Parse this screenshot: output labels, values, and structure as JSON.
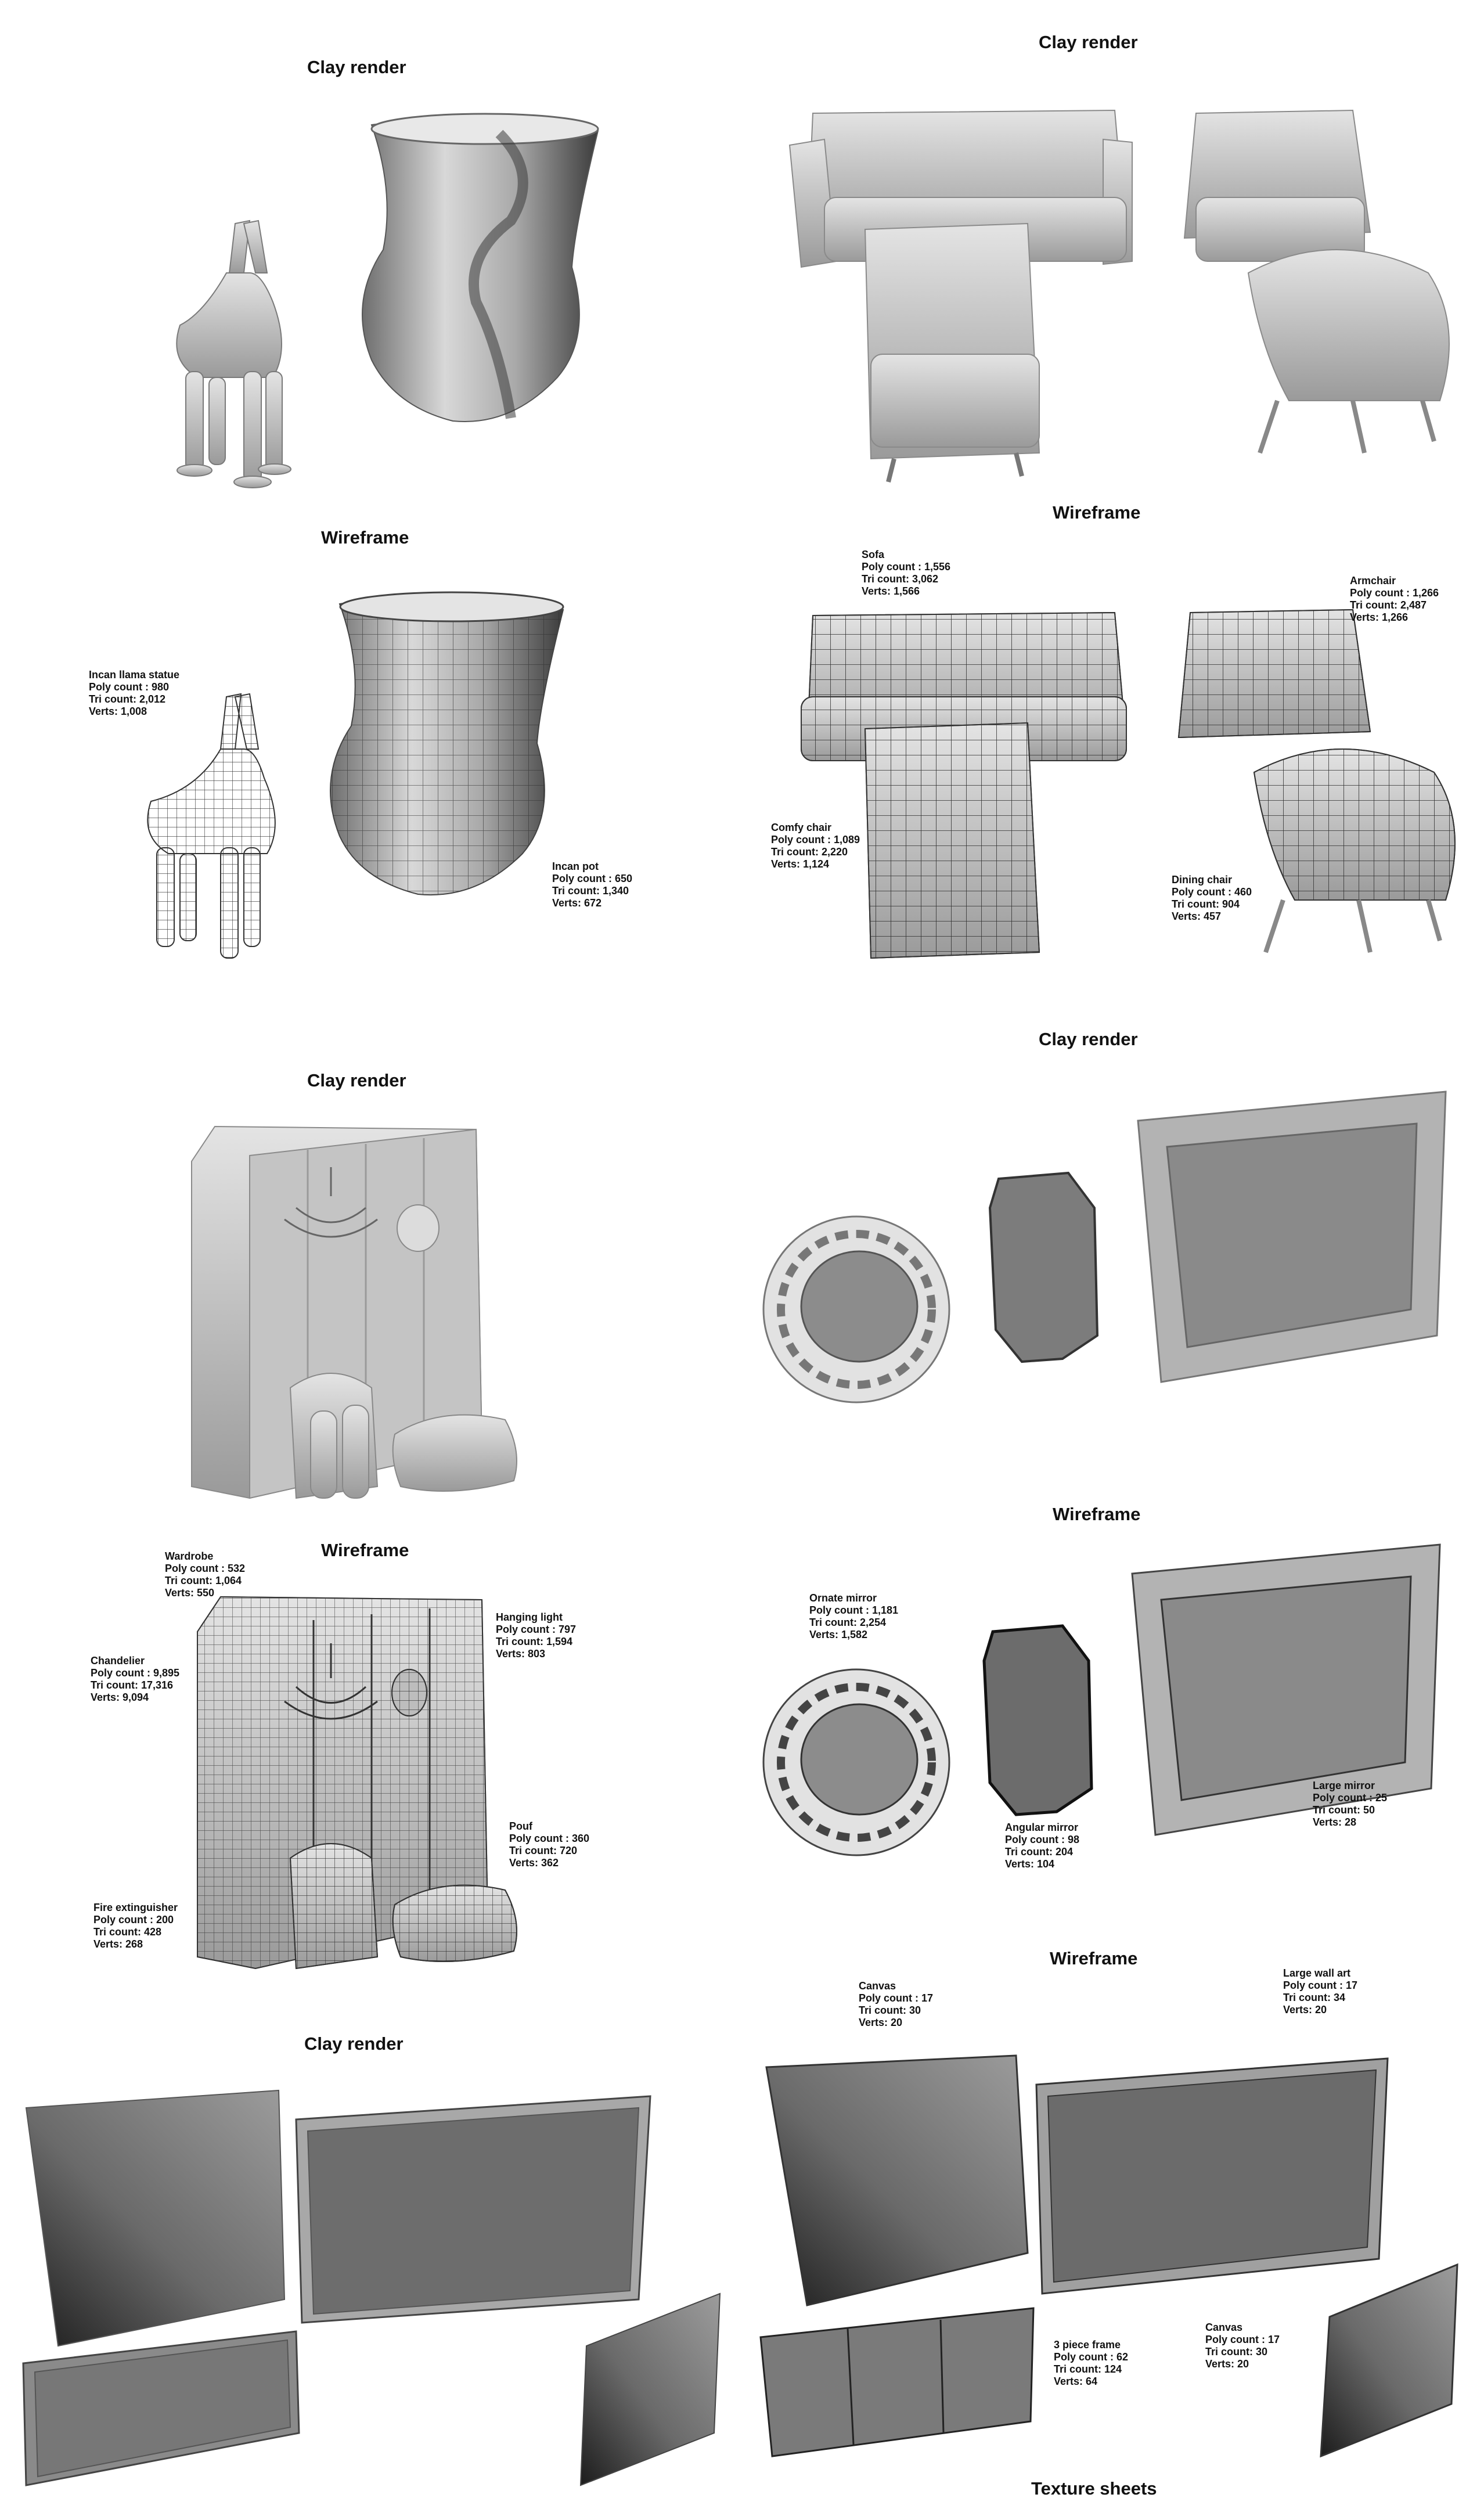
{
  "sections": {
    "clay": "Clay render",
    "wire": "Wireframe",
    "texture": "Texture sheets"
  },
  "labels": {
    "llama": {
      "name": "Incan llama statue",
      "l1": "Poly count : 980",
      "l2": "Tri count: 2,012",
      "l3": "Verts: 1,008"
    },
    "pot": {
      "name": "Incan pot",
      "l1": "Poly count : 650",
      "l2": "Tri count: 1,340",
      "l3": "Verts: 672"
    },
    "sofa": {
      "name": "Sofa",
      "l1": "Poly count : 1,556",
      "l2": "Tri count: 3,062",
      "l3": "Verts: 1,566"
    },
    "armchair": {
      "name": "Armchair",
      "l1": "Poly count : 1,266",
      "l2": "Tri count: 2,487",
      "l3": "Verts: 1,266"
    },
    "comfy": {
      "name": "Comfy chair",
      "l1": "Poly count : 1,089",
      "l2": "Tri count: 2,220",
      "l3": "Verts: 1,124"
    },
    "dining": {
      "name": "Dining chair",
      "l1": "Poly count : 460",
      "l2": "Tri count: 904",
      "l3": "Verts: 457"
    },
    "wardrobe": {
      "name": "Wardrobe",
      "l1": "Poly count : 532",
      "l2": "Tri count: 1,064",
      "l3": "Verts: 550"
    },
    "chandelier": {
      "name": "Chandelier",
      "l1": "Poly count : 9,895",
      "l2": "Tri count: 17,316",
      "l3": "Verts: 9,094"
    },
    "hanging": {
      "name": "Hanging light",
      "l1": "Poly count : 797",
      "l2": "Tri count: 1,594",
      "l3": "Verts: 803"
    },
    "pouf": {
      "name": "Pouf",
      "l1": "Poly count : 360",
      "l2": "Tri count: 720",
      "l3": "Verts: 362"
    },
    "extinguisher": {
      "name": "Fire extinguisher",
      "l1": "Poly count : 200",
      "l2": "Tri count: 428",
      "l3": "Verts: 268"
    },
    "ornate": {
      "name": "Ornate mirror",
      "l1": "Poly count : 1,181",
      "l2": "Tri count: 2,254",
      "l3": "Verts: 1,582"
    },
    "angular": {
      "name": "Angular mirror",
      "l1": "Poly count : 98",
      "l2": "Tri count: 204",
      "l3": "Verts: 104"
    },
    "largemirror": {
      "name": "Large mirror",
      "l1": "Poly count : 25",
      "l2": "Tri count: 50",
      "l3": "Verts: 28"
    },
    "canvas1": {
      "name": "Canvas",
      "l1": "Poly count : 17",
      "l2": "Tri count: 30",
      "l3": "Verts: 20"
    },
    "wallart": {
      "name": "Large wall art",
      "l1": "Poly count : 17",
      "l2": "Tri count: 34",
      "l3": "Verts: 20"
    },
    "threepiece": {
      "name": "3 piece frame",
      "l1": "Poly count : 62",
      "l2": "Tri count: 124",
      "l3": "Verts: 64"
    },
    "canvas2": {
      "name": "Canvas",
      "l1": "Poly count : 17",
      "l2": "Tri count: 30",
      "l3": "Verts: 20"
    }
  },
  "colors": {
    "clay": "#bdbdbd",
    "clay_dark": "#7a7a7a",
    "wire_line": "#333333",
    "text": "#111111"
  }
}
